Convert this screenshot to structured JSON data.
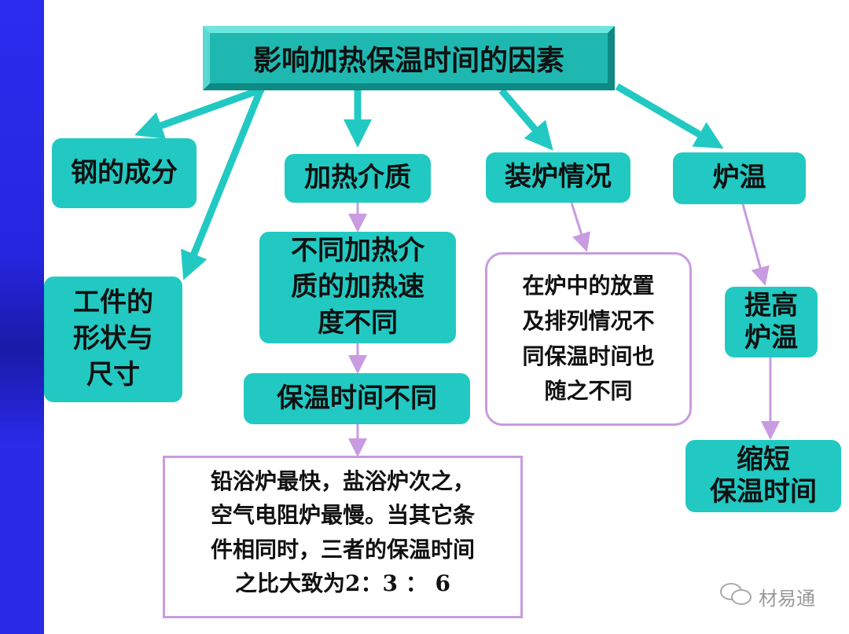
{
  "title": "影响加热保温时间的因素",
  "factors": {
    "steel_composition": "钢的成分",
    "workpiece": [
      "工件的",
      "形状与",
      "尺寸"
    ],
    "heating_medium": "加热介质",
    "furnace_loading": "装炉情况",
    "furnace_temp": "炉温"
  },
  "medium_chain": {
    "speed": [
      "不同加热介",
      "质的加热速",
      "度不同"
    ],
    "hold_time": "保温时间不同",
    "note": [
      "铅浴炉最快，盐浴炉次之，",
      "空气电阻炉最慢。当其它条",
      "件相同时，三者的保温时间",
      "之比大致为2：3 ： 6"
    ]
  },
  "loading_note": [
    "在炉中的放置",
    "及排列情况不",
    "同保温时间也",
    "随之不同"
  ],
  "temp_chain": {
    "raise": [
      "提高",
      "炉温"
    ],
    "shorten": [
      "缩短",
      "保温时间"
    ]
  },
  "watermark": "材易通",
  "colors": {
    "teal": "#22c9c2",
    "purple": "#c99be0",
    "sidebar": "#2a2ae8"
  }
}
